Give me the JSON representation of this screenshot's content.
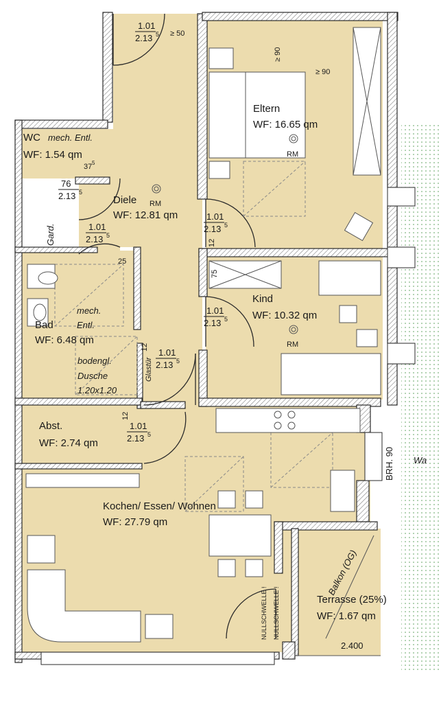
{
  "rooms": {
    "eltern": {
      "name": "Eltern",
      "area": "WF: 16.65 qm",
      "rm": "RM"
    },
    "kind": {
      "name": "Kind",
      "area": "WF: 10.32 qm",
      "rm": "RM"
    },
    "diele": {
      "name": "Diele",
      "area": "WF: 12.81 qm",
      "rm": "RM"
    },
    "wc": {
      "name": "WC",
      "extra": "mech. Entl.",
      "area": "WF: 1.54 qm"
    },
    "bad": {
      "name": "Bad",
      "area": "WF: 6.48 qm",
      "extra1": "mech.",
      "extra2": "Entl."
    },
    "shower": {
      "line1": "bodengl.",
      "line2": "Dusche",
      "line3": "1.20x1.20"
    },
    "abst": {
      "name": "Abst.",
      "area": "WF: 2.74 qm"
    },
    "kochen": {
      "name": "Kochen/ Essen/ Wohnen",
      "area": "WF: 27.79 qm"
    },
    "terrasse": {
      "name": "Terrasse (25%)",
      "area": "WF: 1.67 qm",
      "balkon": "Balkon (OG)",
      "dimension": "2.400"
    }
  },
  "doors": [
    {
      "width": "1.01",
      "height": "2.13",
      "sup": "5"
    },
    {
      "width": "76",
      "height": "2.13",
      "sup": "5"
    },
    {
      "width": "1.01",
      "height": "2.13",
      "sup": "5"
    },
    {
      "width": "1.01",
      "height": "2.13",
      "sup": "5"
    },
    {
      "width": "1.01",
      "height": "2.13",
      "sup": "5"
    },
    {
      "width": "1.01",
      "height": "2.13",
      "sup": "5"
    },
    {
      "width": "1.01",
      "height": "2.13",
      "sup": "5"
    }
  ],
  "annotations": {
    "min50": "≥ 50",
    "min90a": "≥ 90",
    "min90b": "≥ 90",
    "gard": "Gard.",
    "glastuer": "Glastür",
    "brh": "BRH. 90",
    "wa": "Wa",
    "dim37": "37",
    "dim37sup": "5",
    "dim25": "25",
    "dim75": "75",
    "dim12a": "12",
    "dim12b": "12",
    "dim12c": "12",
    "dim12sup": "5",
    "schwelle1": "NULLSCHWELLE !",
    "schwelle2": "NULLSCHWELLE !"
  },
  "colors": {
    "floor": "#ecdcae",
    "wall": "#2a2a2a",
    "hatch": "#a0a0a0",
    "green": "#7cb37c"
  }
}
